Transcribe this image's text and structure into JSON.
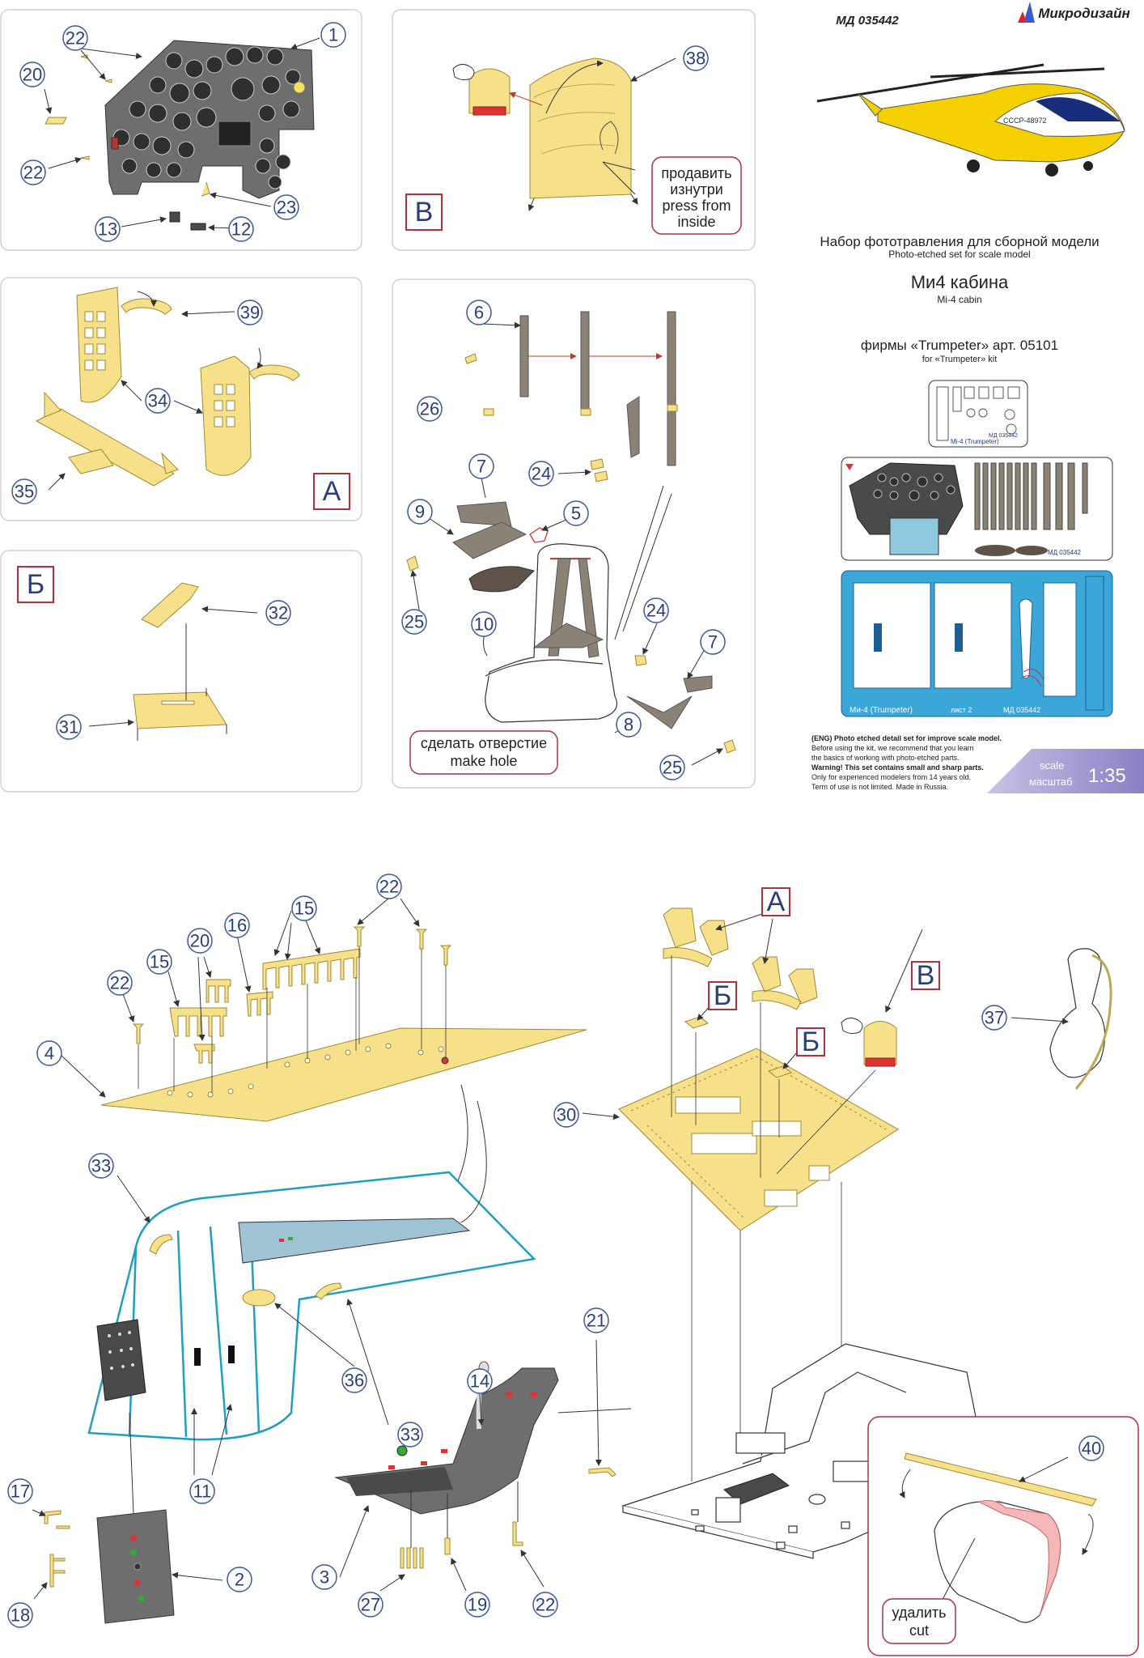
{
  "brand": {
    "code": "МД 035442",
    "maker": "Микродизайн"
  },
  "product": {
    "title_ru": "Набор фототравления для сборной модели",
    "title_en": "Photo-etched set for scale model",
    "model_ru": "Ми4 кабина",
    "model_en": "Mi-4 cabin",
    "kit_ru": "фирмы «Trumpeter» арт. 05101",
    "kit_en": "for «Trumpeter» kit"
  },
  "sheets": {
    "sheet1_label": "Mi-4 (Trumpeter)",
    "sheet2_label": "Ми-4 (Trumpeter)",
    "sheet2_num": "лист 2",
    "code": "МД 035442"
  },
  "helicopter_reg": "СССР-48972",
  "disclaimer": [
    "(ENG) Photo etched detail set for improve scale model.",
    "Before using the kit, we recommend that you learn",
    "the basics of working with photo-etched parts.",
    "Warning! This set contains small and sharp parts.",
    "Only for experienced modelers from 14 years old.",
    "Term of use is not limited. Made in Russia."
  ],
  "scale": {
    "label_en": "scale",
    "label_ru": "масштаб",
    "value": "1:35"
  },
  "section_letters": {
    "V": "В",
    "A": "А",
    "B": "Б"
  },
  "notes": {
    "press": [
      "продавить",
      "изнутри",
      "press from",
      "inside"
    ],
    "hole": [
      "сделать отверстие",
      "make hole"
    ],
    "cut": [
      "удалить",
      "cut"
    ]
  },
  "callouts": {
    "n1": "1",
    "n2": "2",
    "n3": "3",
    "n4": "4",
    "n5": "5",
    "n6": "6",
    "n7": "7",
    "n8": "8",
    "n9": "9",
    "n10": "10",
    "n11": "11",
    "n12": "12",
    "n13": "13",
    "n14": "14",
    "n15": "15",
    "n16": "16",
    "n17": "17",
    "n18": "18",
    "n19": "19",
    "n20": "20",
    "n21": "21",
    "n22": "22",
    "n23": "23",
    "n24": "24",
    "n25": "25",
    "n26": "26",
    "n27": "27",
    "n30": "30",
    "n31": "31",
    "n32": "32",
    "n33": "33",
    "n34": "34",
    "n35": "35",
    "n36": "36",
    "n37": "37",
    "n38": "38",
    "n39": "39",
    "n40": "40"
  },
  "colors": {
    "part_yellow": "#f7e08a",
    "callout_blue": "#2a3f7a",
    "note_red": "#b03040",
    "sheet_blue": "#3ba7d8",
    "steel": "#6e6e6e"
  }
}
